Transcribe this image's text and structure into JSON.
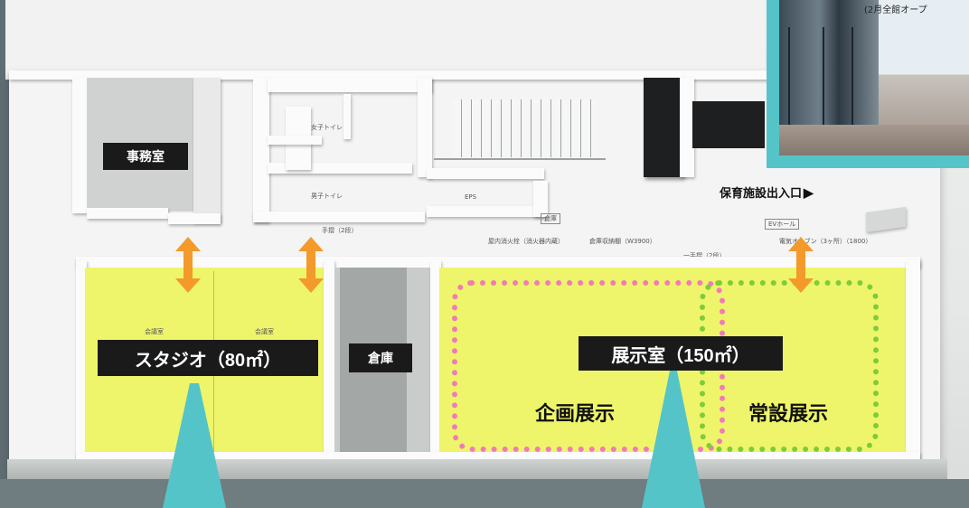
{
  "rooms": {
    "office": "事務室",
    "studio": "スタジオ（80㎡）",
    "storage": "倉庫",
    "exhibition": "展示室（150㎡）",
    "planned_exhibit": "企画展示",
    "permanent_exhibit": "常設展示"
  },
  "entrance": {
    "label": "保育施設出入口",
    "arrow": "▶"
  },
  "photo": {
    "caption": "(2月全館オープ"
  },
  "plan_labels": {
    "womens_restroom": "女子トイレ",
    "mens_restroom": "男子トイレ",
    "eps": "EPS",
    "handrail": "手摺（2段）",
    "handrail_right": "一手摺（2段）",
    "ev_hall": "EVホール",
    "storage_small": "倉庫",
    "meeting_1": "会議室",
    "meeting_2": "会議室",
    "hydrant": "屋内消火栓（消火器内蔵）",
    "shelf": "倉庫収納棚（W3900）",
    "ev_note": "電気オーブン（3ヶ所）（1800）"
  },
  "colors": {
    "highlight_yellow": "#eef56a",
    "label_bg": "#1a1a1a",
    "arrow_orange": "#f39a2b",
    "pink_dashed": "#f27ab6",
    "green_dashed": "#7ccc3c",
    "callout_cyan": "#55c4c9"
  },
  "icons": {
    "double_arrow": "orange-double-arrow-icon",
    "entrance_arrow": "triangle-right-icon",
    "callout_pointer": "cyan-triangle-pointer-icon"
  }
}
